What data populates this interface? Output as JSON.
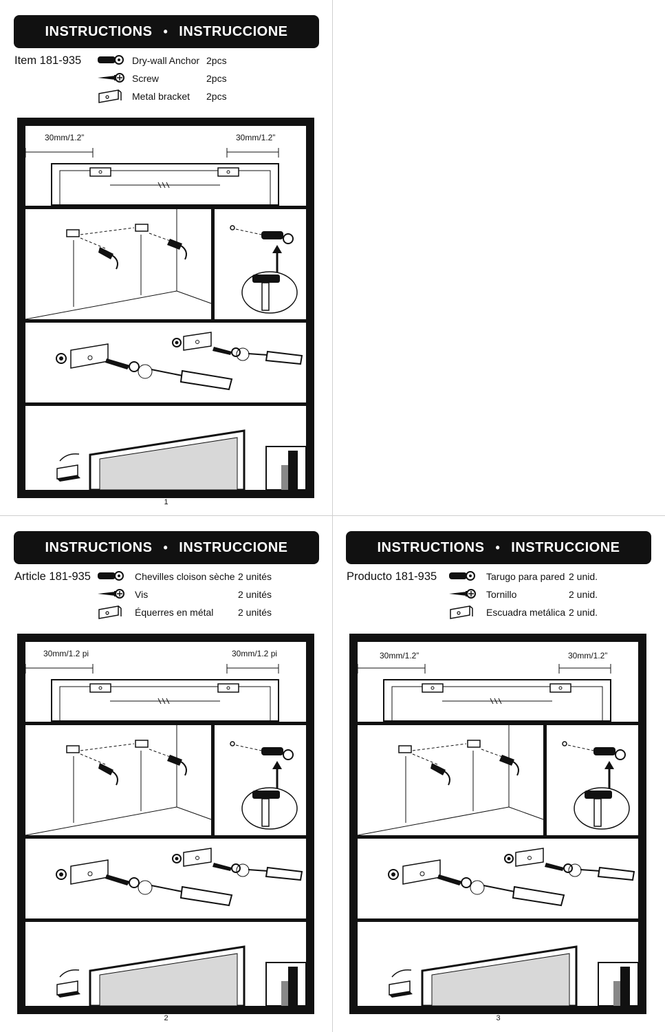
{
  "pages": [
    {
      "banner_left": "INSTRUCTIONS",
      "banner_sep": "•",
      "banner_right": "INSTRUCCIONE",
      "item_title": "Item 181-935",
      "parts": [
        {
          "icon": "anchor-icon",
          "name": "Dry-wall Anchor",
          "qty": "2pcs"
        },
        {
          "icon": "screw-icon",
          "name": "Screw",
          "qty": "2pcs"
        },
        {
          "icon": "bracket-icon",
          "name": "Metal bracket",
          "qty": "2pcs"
        }
      ],
      "dim_left": "30mm/1.2”",
      "dim_right": "30mm/1.2”",
      "page_number": "1"
    },
    {
      "banner_left": "INSTRUCTIONS",
      "banner_sep": "•",
      "banner_right": "INSTRUCCIONE",
      "item_title": "Article 181-935",
      "parts": [
        {
          "icon": "anchor-icon",
          "name": "Chevilles cloison sèche",
          "qty": "2 unités"
        },
        {
          "icon": "screw-icon",
          "name": "Vis",
          "qty": "2 unités"
        },
        {
          "icon": "bracket-icon",
          "name": "Équerres en métal",
          "qty": "2 unités"
        }
      ],
      "dim_left": "30mm/1.2 pi",
      "dim_right": "30mm/1.2 pi",
      "page_number": "2"
    },
    {
      "banner_left": "INSTRUCTIONS",
      "banner_sep": "•",
      "banner_right": "INSTRUCCIONE",
      "item_title": "Producto 181-935",
      "parts": [
        {
          "icon": "anchor-icon",
          "name": "Tarugo para pared",
          "qty": "2 unid."
        },
        {
          "icon": "screw-icon",
          "name": "Tornillo",
          "qty": "2 unid."
        },
        {
          "icon": "bracket-icon",
          "name": "Escuadra metálica",
          "qty": "2 unid."
        }
      ],
      "dim_left": "30mm/1.2”",
      "dim_right": "30mm/1.2”",
      "page_number": "3"
    }
  ]
}
